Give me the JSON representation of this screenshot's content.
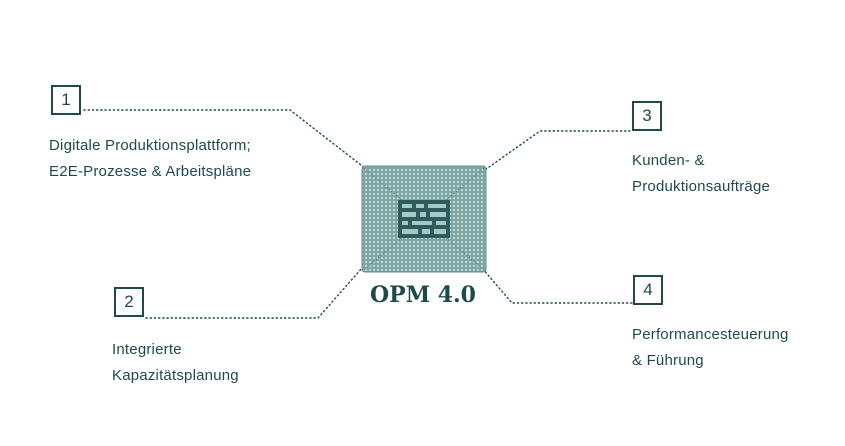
{
  "title": "OPM 4.0",
  "items": [
    {
      "number": "1",
      "lines": [
        "Digitale Produktionsplattform;",
        "E2E-Prozesse & Arbeitspläne"
      ]
    },
    {
      "number": "2",
      "lines": [
        "Integrierte",
        "Kapazitätsplanung"
      ]
    },
    {
      "number": "3",
      "lines": [
        "Kunden- &",
        "Produktionsaufträge"
      ]
    },
    {
      "number": "4",
      "lines": [
        "Performancesteuerung",
        "& Führung"
      ]
    }
  ],
  "colors": {
    "text": "#1f4a4c",
    "connector": "#1f4a4c",
    "chip_substrate": "#6f9a96",
    "chip_die": "#2e5b5e"
  },
  "icons": [
    "cpu-chip-icon"
  ]
}
